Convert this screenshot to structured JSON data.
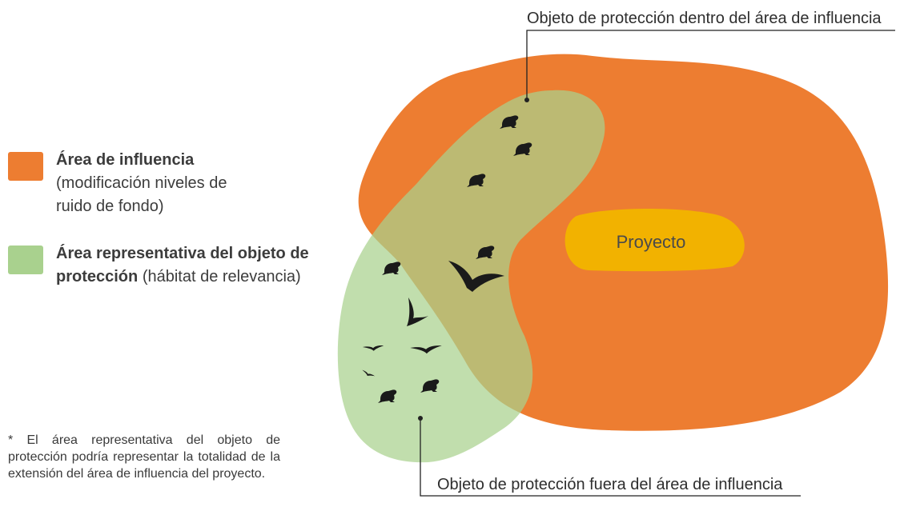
{
  "legend": [
    {
      "title": "Área de influencia",
      "detail": "(modificación niveles de ruido de fondo)",
      "color": "#ED7D31"
    },
    {
      "title": "Área representativa del objeto de protección",
      "detail": "(hábitat de relevancia)",
      "color": "#A9D18E"
    }
  ],
  "footnote": "* El área representativa del objeto de protección podría representar la totalidad de la extensión del área de influencia del proyecto.",
  "diagram": {
    "project_label": "Proyecto",
    "callout_inside": "Objeto de protección dentro del área de influencia",
    "callout_outside": "Objeto de protección fuera del área de influencia",
    "colors": {
      "influence_area": "#ED7D31",
      "habitat_area": "#A9D18E",
      "project": "#F2B200",
      "animal": "#1a1a1a"
    },
    "icons": {
      "frog": "frog-icon",
      "bird": "bird-icon"
    }
  }
}
